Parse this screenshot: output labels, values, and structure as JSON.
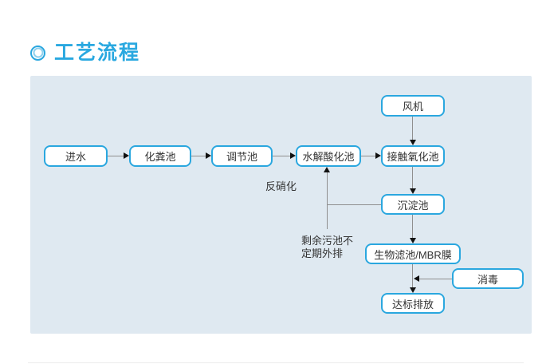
{
  "header": {
    "icon": "bullseye-icon",
    "title": "工艺流程"
  },
  "colors": {
    "accent_blue": "#2AA7DF",
    "title_blue": "#29A8E0",
    "panel_background": "#DFE9F1",
    "node_background": "#FFFFFF",
    "node_text": "#333333",
    "connector_line": "#8F8F8F",
    "arrowhead": "#111111"
  },
  "flowchart": {
    "nodes": {
      "inlet": {
        "label": "进水"
      },
      "septic_tank": {
        "label": "化粪池"
      },
      "regulating_tank": {
        "label": "调节池"
      },
      "hydrolysis_tank": {
        "label": "水解酸化池"
      },
      "contact_oxidation_tank": {
        "label": "接触氧化池"
      },
      "blower": {
        "label": "风机"
      },
      "sedimentation_tank": {
        "label": "沉淀池"
      },
      "bio_filter_mbr": {
        "label": "生物滤池/MBR膜"
      },
      "disinfection": {
        "label": "消毒"
      },
      "discharge": {
        "label": "达标排放"
      }
    },
    "annotations": {
      "denitrification": {
        "text": "反硝化"
      },
      "excess_sludge": {
        "line1": "剩余污池不",
        "line2": "定期外排"
      }
    }
  }
}
